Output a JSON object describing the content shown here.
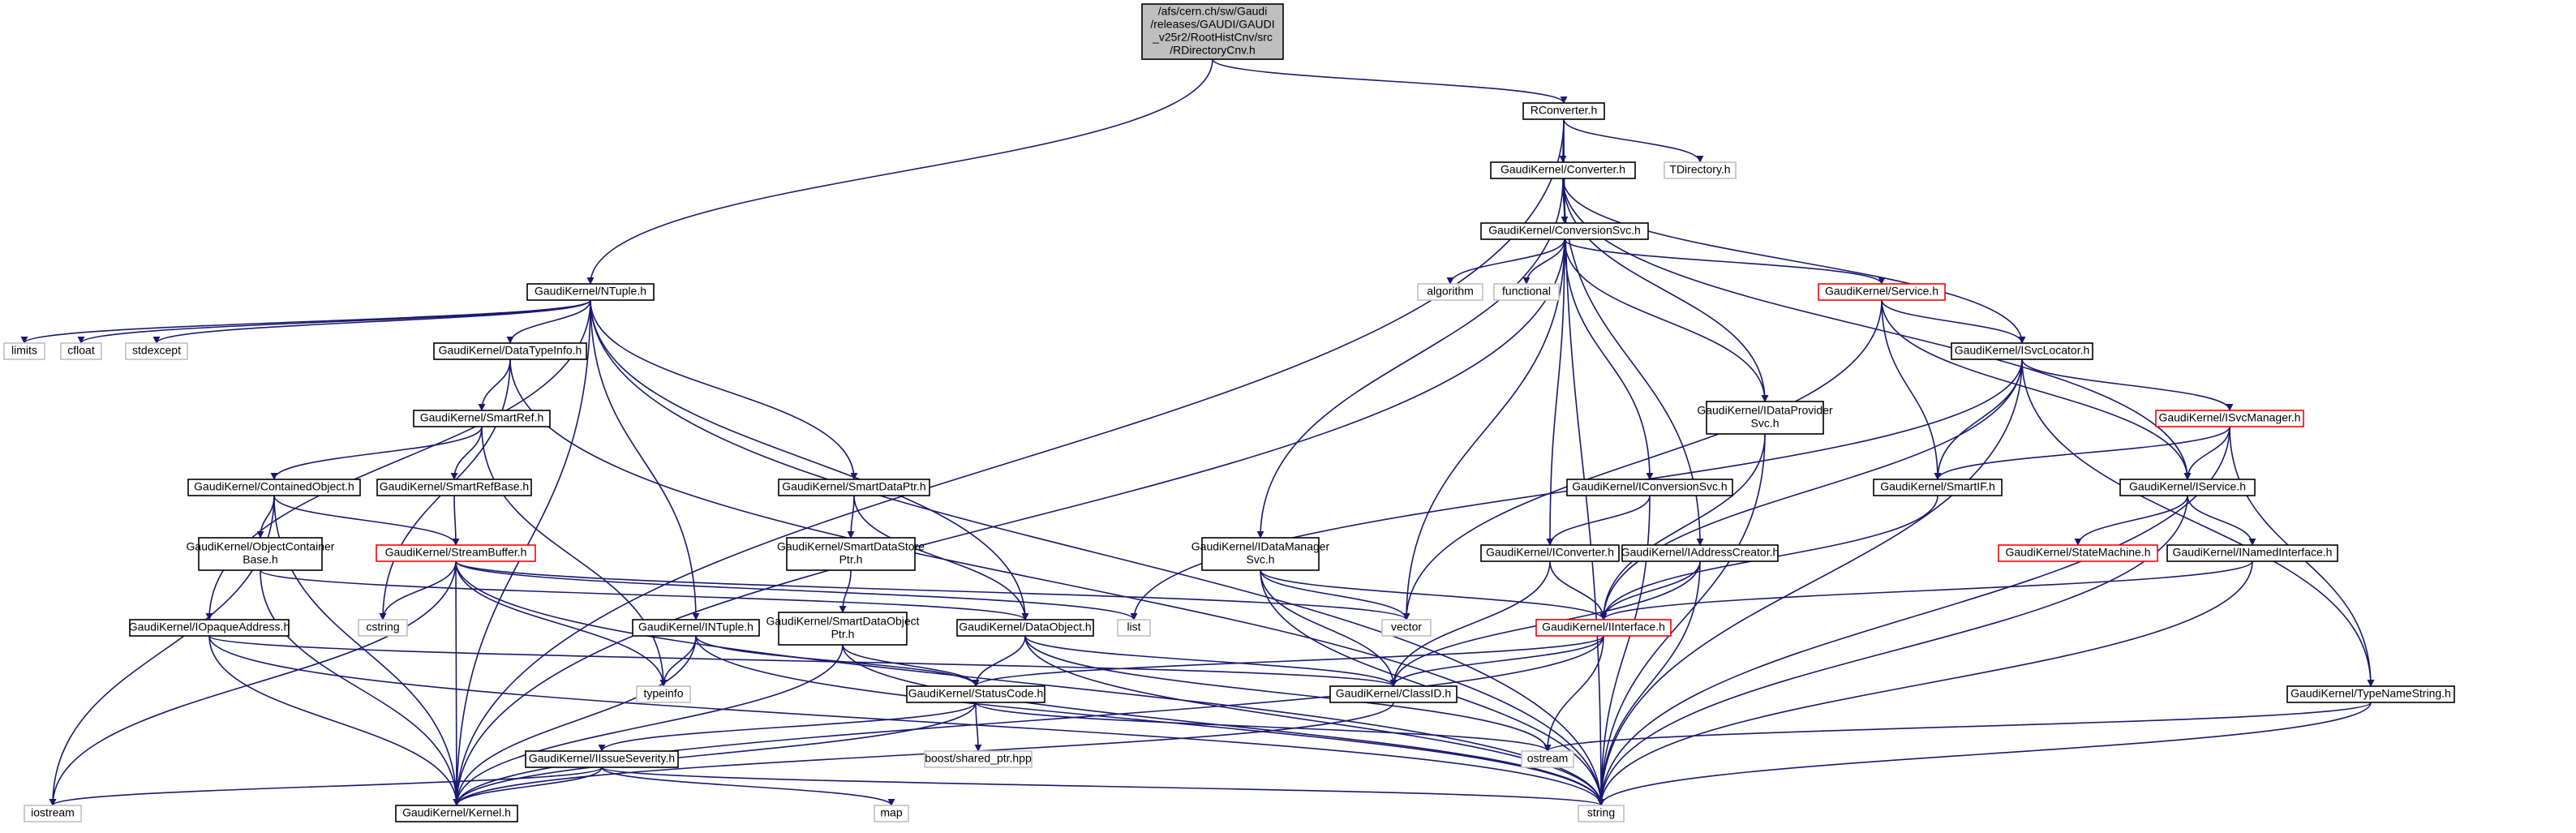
{
  "colors": {
    "edge": "#191970",
    "root_fill": "#bfbfbf",
    "external_border": "#bfbfbf",
    "incomplete_border": "#ff0000"
  },
  "nodes": {
    "root": [
      "/afs/cern.ch/sw/Gaudi",
      "/releases/GAUDI/GAUDI",
      "_v25r2/RootHistCnv/src",
      "/RDirectoryCnv.h"
    ],
    "rconverter": [
      "RConverter.h"
    ],
    "converter": [
      "GaudiKernel/Converter.h"
    ],
    "tdirectory": [
      "TDirectory.h"
    ],
    "conversionsvc": [
      "GaudiKernel/ConversionSvc.h"
    ],
    "algorithm": [
      "algorithm"
    ],
    "functional": [
      "functional"
    ],
    "service": [
      "GaudiKernel/Service.h"
    ],
    "isvclocator": [
      "GaudiKernel/ISvcLocator.h"
    ],
    "idataprovidersvc": [
      "GaudiKernel/IDataProvider",
      "Svc.h"
    ],
    "isvcmanager": [
      "GaudiKernel/ISvcManager.h"
    ],
    "smartif": [
      "GaudiKernel/SmartIF.h"
    ],
    "iservice": [
      "GaudiKernel/IService.h"
    ],
    "statemachine": [
      "GaudiKernel/StateMachine.h"
    ],
    "inamedinterface": [
      "GaudiKernel/INamedInterface.h"
    ],
    "ntuple": [
      "GaudiKernel/NTuple.h"
    ],
    "limits": [
      "limits"
    ],
    "cfloat": [
      "cfloat"
    ],
    "stdexcept": [
      "stdexcept"
    ],
    "datatypeinfo": [
      "GaudiKernel/DataTypeInfo.h"
    ],
    "smartref": [
      "GaudiKernel/SmartRef.h"
    ],
    "containedobject": [
      "GaudiKernel/ContainedObject.h"
    ],
    "smartrefbase": [
      "GaudiKernel/SmartRefBase.h"
    ],
    "smartdataptr": [
      "GaudiKernel/SmartDataPtr.h"
    ],
    "objectcontainerbase": [
      "GaudiKernel/ObjectContainer",
      "Base.h"
    ],
    "streambuffer": [
      "GaudiKernel/StreamBuffer.h"
    ],
    "smartdatastoreptr": [
      "GaudiKernel/SmartDataStore",
      "Ptr.h"
    ],
    "idatamanagersvc": [
      "GaudiKernel/IDataManager",
      "Svc.h"
    ],
    "iconversionsvc": [
      "GaudiKernel/IConversionSvc.h"
    ],
    "iconverter": [
      "GaudiKernel/IConverter.h"
    ],
    "iaddresscreator": [
      "GaudiKernel/IAddressCreator.h"
    ],
    "iopaqueaddress": [
      "GaudiKernel/IOpaqueAddress.h"
    ],
    "cstring": [
      "cstring"
    ],
    "intuple": [
      "GaudiKernel/INTuple.h"
    ],
    "smartdataobjectptr": [
      "GaudiKernel/SmartDataObject",
      "Ptr.h"
    ],
    "dataobject": [
      "GaudiKernel/DataObject.h"
    ],
    "list": [
      "list"
    ],
    "vector": [
      "vector"
    ],
    "iinterface": [
      "GaudiKernel/IInterface.h"
    ],
    "typeinfo": [
      "typeinfo"
    ],
    "statuscode": [
      "GaudiKernel/StatusCode.h"
    ],
    "classid": [
      "GaudiKernel/ClassID.h"
    ],
    "typenamestring": [
      "GaudiKernel/TypeNameString.h"
    ],
    "issueseverity": [
      "GaudiKernel/IIssueSeverity.h"
    ],
    "boostsharedptr": [
      "boost/shared_ptr.hpp"
    ],
    "ostream": [
      "ostream"
    ],
    "iostream": [
      "iostream"
    ],
    "kernel": [
      "GaudiKernel/Kernel.h"
    ],
    "map": [
      "map"
    ],
    "string": [
      "string"
    ]
  }
}
